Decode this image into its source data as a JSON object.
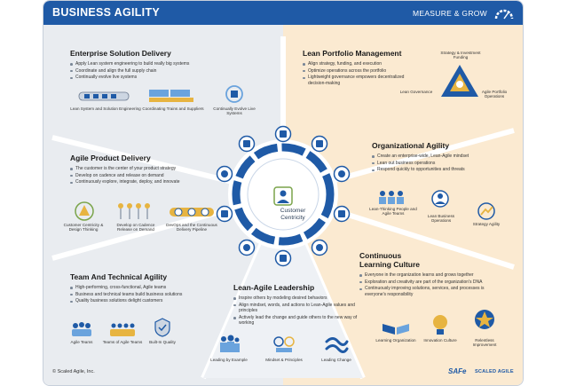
{
  "header": {
    "title": "BUSINESS AGILITY",
    "subtitle": "MEASURE & GROW"
  },
  "colors": {
    "brand_blue": "#1f5aa6",
    "light_blue": "#6aa3dd",
    "gray_panel": "#e9ecf0",
    "peach_panel": "#fbead1",
    "gold": "#e7b441"
  },
  "enterprise": {
    "title": "Enterprise Solution Delivery",
    "bullets": [
      "Apply Lean system engineering to build really big systems",
      "Coordinate and align the full supply chain",
      "Continually evolve live systems"
    ],
    "captions": [
      "Lean System and Solution Engineering",
      "Coordinating Trains and Suppliers",
      "Continually Evolve Live Systems"
    ]
  },
  "portfolio": {
    "title": "Lean Portfolio Management",
    "bullets": [
      "Align strategy, funding, and execution",
      "Optimize operations across the portfolio",
      "Lightweight governance empowers decentralized decision-making"
    ],
    "captions": [
      "Strategy & Investment Funding",
      "Lean Governance",
      "Agile Portfolio Operations"
    ]
  },
  "product": {
    "title": "Agile Product Delivery",
    "bullets": [
      "The customer is the center of your product strategy",
      "Develop on cadence and release on demand",
      "Continuously explore, integrate, deploy, and innovate"
    ],
    "captions": [
      "Customer Centricity & Design Thinking",
      "Develop on Cadence Release on Demand",
      "DevOps and the Continuous Delivery Pipeline"
    ]
  },
  "org": {
    "title": "Organizational Agility",
    "bullets": [
      "Create an enterprise-wide, Lean-Agile mindset",
      "Lean out business operations",
      "Respond quickly to opportunities and threats"
    ],
    "captions": [
      "Lean-Thinking People and Agile Teams",
      "Lean Business Operations",
      "Strategy Agility"
    ]
  },
  "hub": {
    "line1": "Customer",
    "line2": "Centricity"
  },
  "team": {
    "title": "Team And Technical Agility",
    "bullets": [
      "High-performing, cross-functional, Agile teams",
      "Business and technical teams build business solutions",
      "Quality business solutions delight customers"
    ],
    "captions": [
      "Agile Teams",
      "Teams of Agile Teams",
      "Built-In Quality"
    ]
  },
  "leadership": {
    "title": "Lean-Agile Leadership",
    "bullets": [
      "Inspire others by modeling desired behaviors",
      "Align mindset, words, and actions to Lean-Agile values and principles",
      "Actively lead the change and guide others to the new way of working"
    ],
    "captions": [
      "Leading by Example",
      "Mindset & Principles",
      "Leading Change"
    ]
  },
  "learning": {
    "title_line1": "Continuous",
    "title_line2": "Learning Culture",
    "bullets": [
      "Everyone in the organization learns and grows together",
      "Exploration and creativity are part of the organization's DNA",
      "Continuously improving solutions, services, and processes is everyone's responsibility"
    ],
    "captions": [
      "Learning Organization",
      "Innovation Culture",
      "Relentless Improvement"
    ]
  },
  "footer": {
    "copyright": "© Scaled Agile, Inc.",
    "brand": "SAFe",
    "brand2": "SCALED AGILE"
  }
}
